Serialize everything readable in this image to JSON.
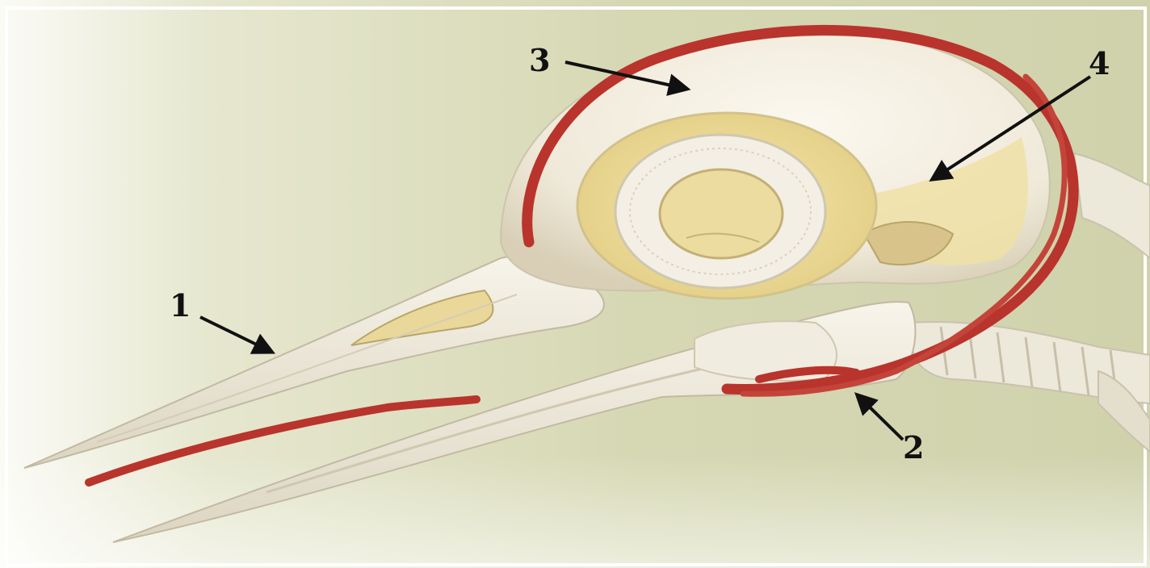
{
  "labels": {
    "one": "1",
    "two": "2",
    "three": "3",
    "four": "4"
  },
  "colors": {
    "background_light": "#f3f3ea",
    "background_mid": "#d7d9b6",
    "bone": "#f4f0e4",
    "bone_shadow": "#d9d2bd",
    "orbit_fill": "#efe1a6",
    "hyoid_red": "#b9342c",
    "arrow": "#111111"
  }
}
